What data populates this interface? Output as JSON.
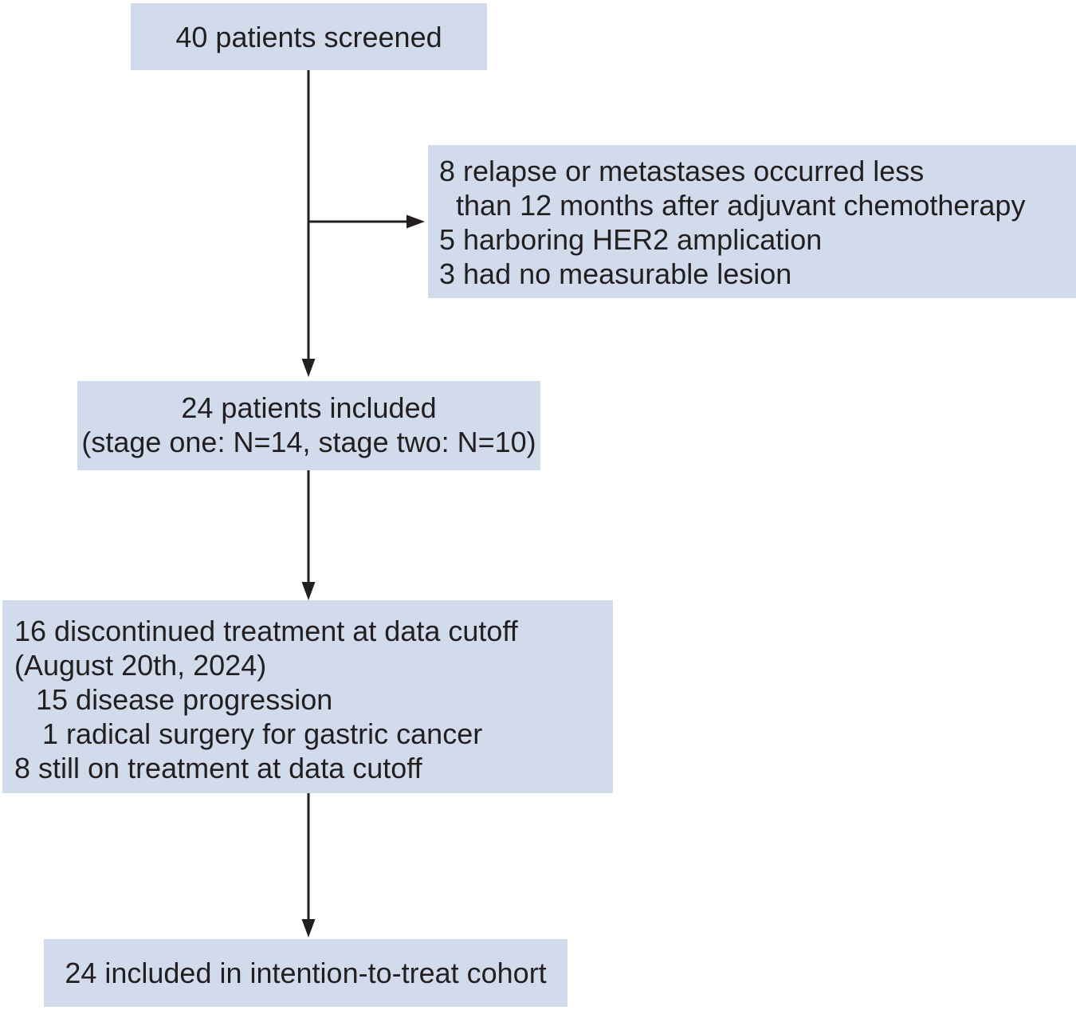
{
  "flowchart": {
    "description": "Patient flow diagram",
    "colors": {
      "box_fill": "#d1dbec",
      "text": "#231f20",
      "arrow": "#231f20",
      "background": "#ffffff"
    },
    "boxes": {
      "screened": {
        "lines": [
          "40 patients screened"
        ]
      },
      "excluded": {
        "lines": [
          "8 relapse or metastases occurred less",
          "than 12 months after adjuvant chemotherapy",
          "5 harboring HER2 amplication",
          "3 had no measurable lesion"
        ]
      },
      "included": {
        "lines": [
          "24 patients included",
          "(stage one: N=14, stage two: N=10)"
        ]
      },
      "treatment_status": {
        "lines": [
          "16 discontinued treatment at data cutoff",
          "(August 20th, 2024)",
          "15 disease progression",
          "1 radical surgery for gastric cancer",
          "8 still on treatment at data cutoff"
        ]
      },
      "itt": {
        "lines": [
          "24 included in intention-to-treat cohort"
        ]
      }
    }
  }
}
